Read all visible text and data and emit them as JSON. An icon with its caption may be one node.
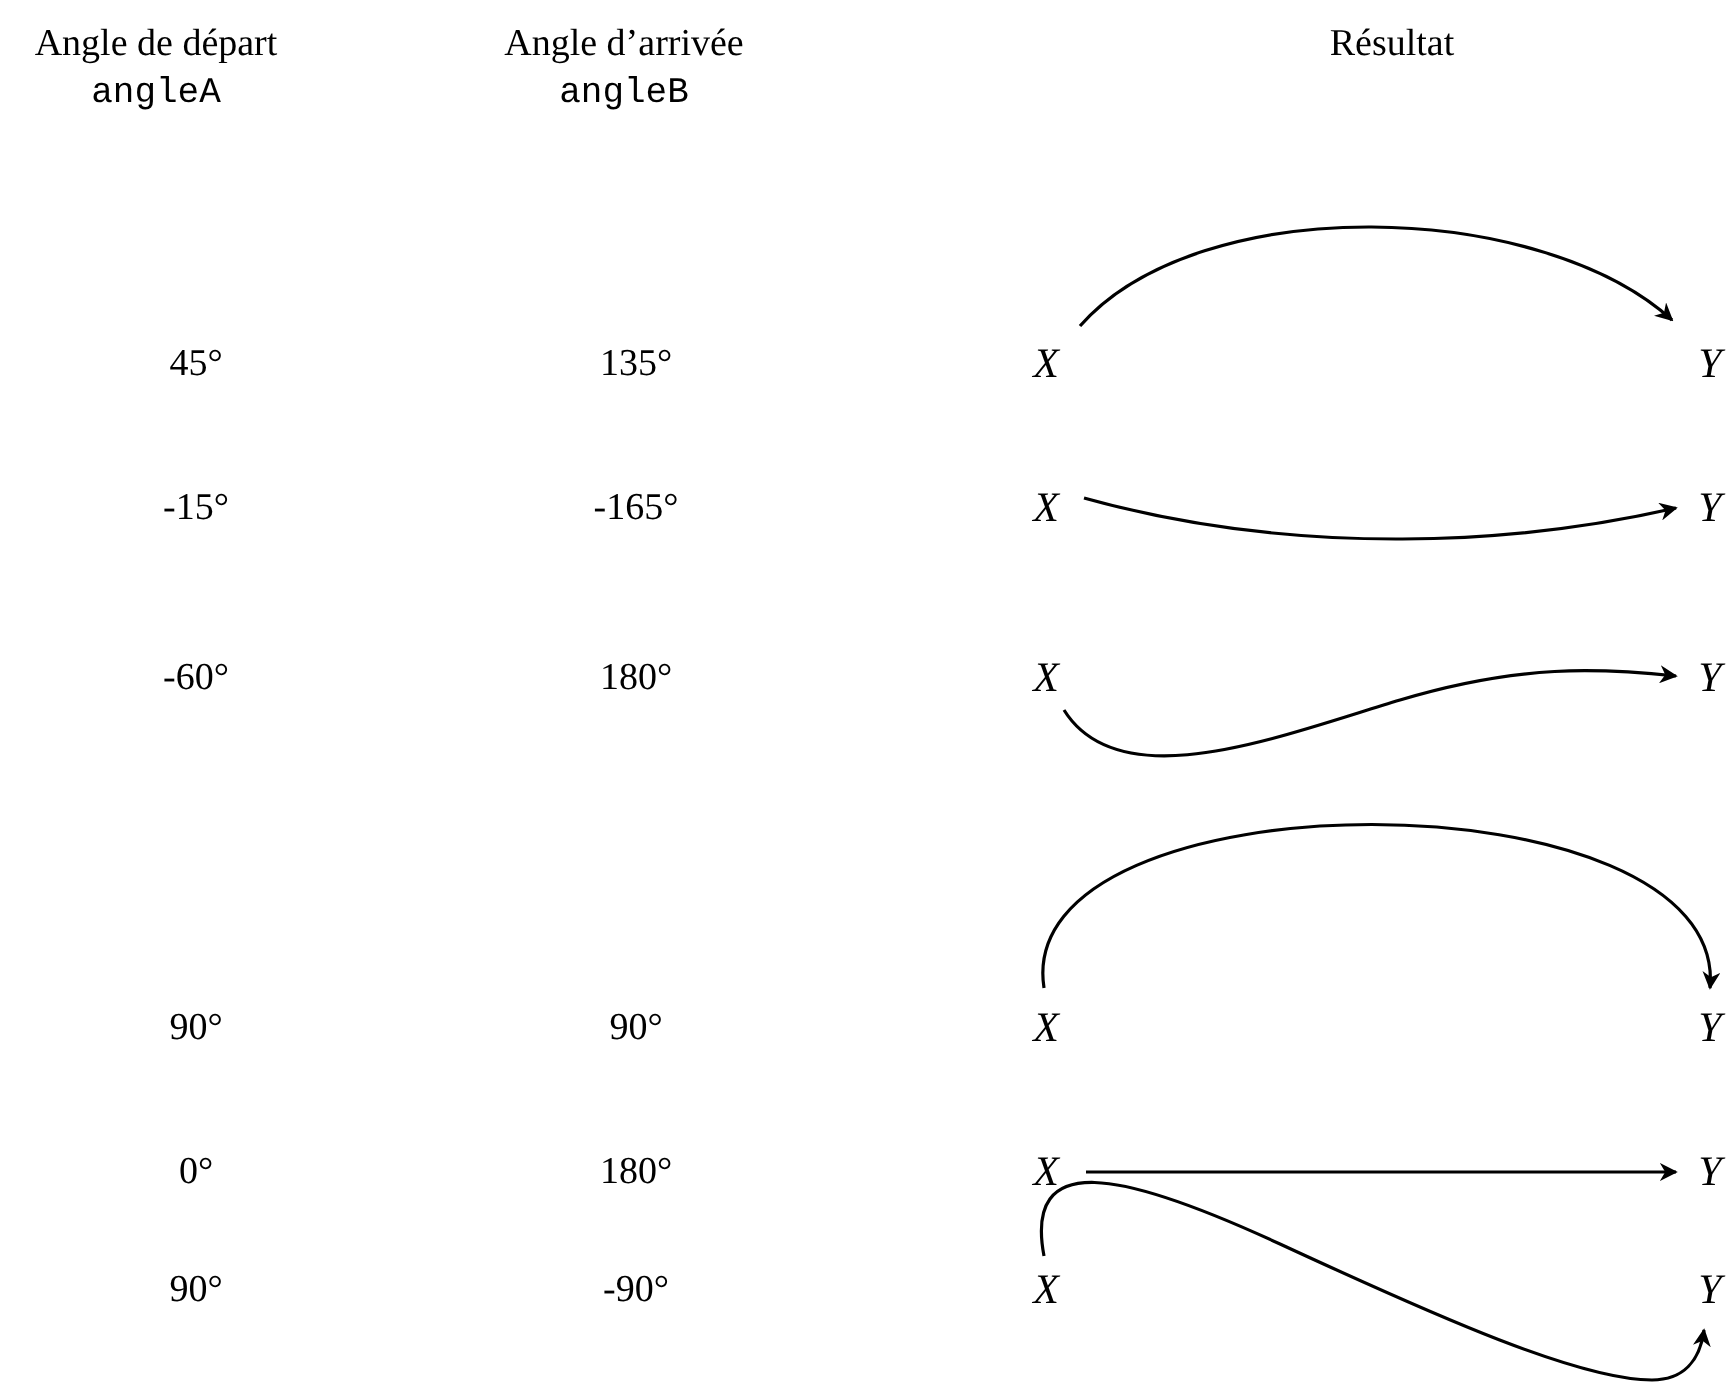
{
  "diagram": {
    "nodes": [
      {
        "text": [
          "X"
        ]
      },
      {
        "text": [
          "Y"
        ]
      },
      {
        "text": [
          "X"
        ]
      },
      {
        "text": [
          "Y"
        ]
      },
      {
        "text": [
          "X"
        ]
      },
      {
        "text": [
          "Y"
        ]
      },
      {
        "text": [
          "X"
        ]
      },
      {
        "text": [
          "Y"
        ]
      },
      {
        "text": [
          "X"
        ]
      },
      {
        "text": [
          "Y"
        ]
      },
      {
        "text": [
          "X"
        ]
      },
      {
        "text": [
          "Y"
        ]
      }
    ],
    "edges": [
      {
        "from": 0,
        "to": 1,
        "arrow": "to"
      },
      {
        "from": 2,
        "to": 3,
        "arrow": "to"
      },
      {
        "from": 4,
        "to": 5,
        "arrow": "to"
      },
      {
        "from": 6,
        "to": 7,
        "arrow": "to"
      },
      {
        "from": 8,
        "to": 9,
        "arrow": "to"
      },
      {
        "from": 10,
        "to": 11,
        "arrow": "to"
      }
    ],
    "labels": [
      "Angle de départ",
      "Angle d’arrivée",
      "Résultat",
      "angleA",
      "angleB",
      "45°",
      "135°",
      "-15°",
      "-165°",
      "-60°",
      "180°",
      "90°",
      "90°",
      "0°",
      "180°",
      "90°",
      "-90°"
    ]
  }
}
